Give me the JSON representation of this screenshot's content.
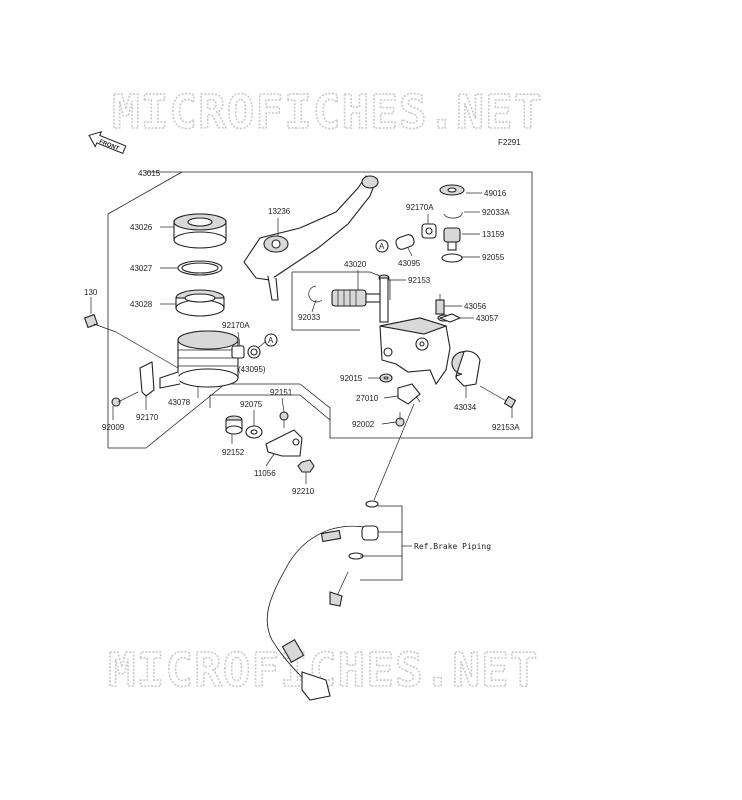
{
  "watermark": {
    "top": "MICROFICHES.NET",
    "bottom": "MICROFICHES.NET"
  },
  "diagram_code": "F2291",
  "front_arrow": "FRONT",
  "ref_note": "Ref.Brake Piping",
  "reference_mark": "A",
  "parts": {
    "p43015": "43015",
    "p43026": "43026",
    "p43027": "43027",
    "p43028": "43028",
    "p130": "130",
    "p92170a_left": "92170A",
    "p43095_paren": "(43095)",
    "p43078": "43078",
    "p92170": "92170",
    "p92009": "92009",
    "p13236": "13236",
    "p43020": "43020",
    "p92033": "92033",
    "p92170a_right": "92170A",
    "p43095": "43095",
    "p92153": "92153",
    "p49016": "49016",
    "p92033a": "92033A",
    "p13159": "13159",
    "p92055": "92055",
    "p43056": "43056",
    "p43057": "43057",
    "p92015": "92015",
    "p27010": "27010",
    "p92002": "92002",
    "p43034": "43034",
    "p92153a": "92153A",
    "p92151": "92151",
    "p92075": "92075",
    "p92152": "92152",
    "p11056": "11056",
    "p92210": "92210"
  }
}
